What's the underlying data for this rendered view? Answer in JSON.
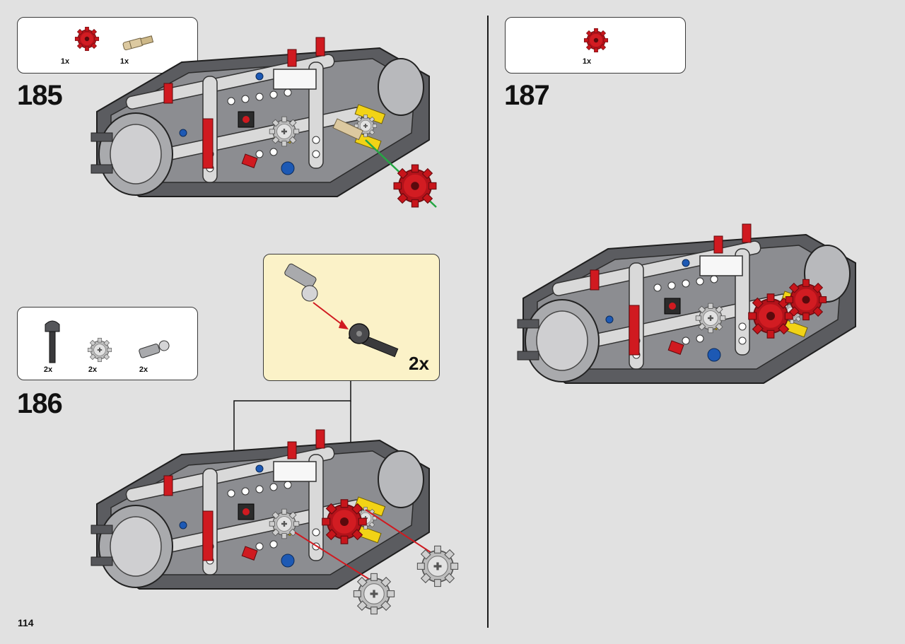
{
  "page_number": "114",
  "steps": [
    {
      "number": "185",
      "parts": [
        {
          "name": "red-gear-icon",
          "qty": "1x"
        },
        {
          "name": "tan-axle-pin-icon",
          "qty": "1x"
        }
      ]
    },
    {
      "number": "186",
      "parts": [
        {
          "name": "dark-axle-ball-icon",
          "qty": "2x"
        },
        {
          "name": "grey-gear-icon",
          "qty": "2x"
        },
        {
          "name": "grey-axle-connector-icon",
          "qty": "2x"
        }
      ]
    },
    {
      "number": "187",
      "parts": [
        {
          "name": "red-gear-icon",
          "qty": "1x"
        }
      ]
    }
  ],
  "subassembly": {
    "qty": "2x"
  },
  "colors": {
    "background": "#e1e1e1",
    "callout": "#fbf2c8",
    "red": "#c8151b",
    "yellow": "#f2d316",
    "blue": "#1d59b4",
    "dark": "#3c3c3e"
  }
}
